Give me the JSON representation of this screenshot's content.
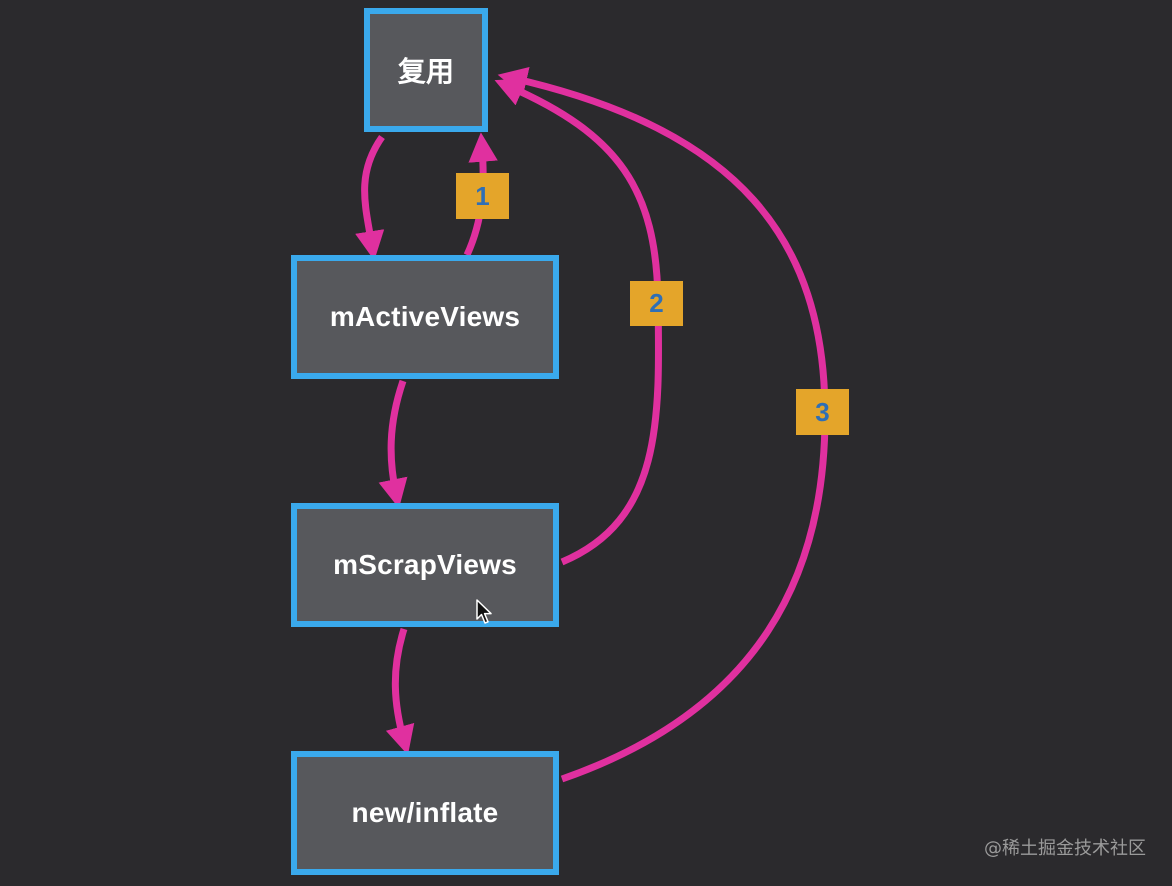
{
  "nodes": {
    "reuse": "复用",
    "active": "mActiveViews",
    "scrap": "mScrapViews",
    "inflate": "new/inflate"
  },
  "badges": {
    "one": "1",
    "two": "2",
    "three": "3"
  },
  "watermark": "@稀土掘金技术社区",
  "colors": {
    "arrow": "#e0309f",
    "node_border": "#3aa9ec",
    "node_fill": "#57585c",
    "badge_fill": "#e4a52a",
    "badge_text": "#2f6fb5",
    "background": "#2b2a2d"
  }
}
